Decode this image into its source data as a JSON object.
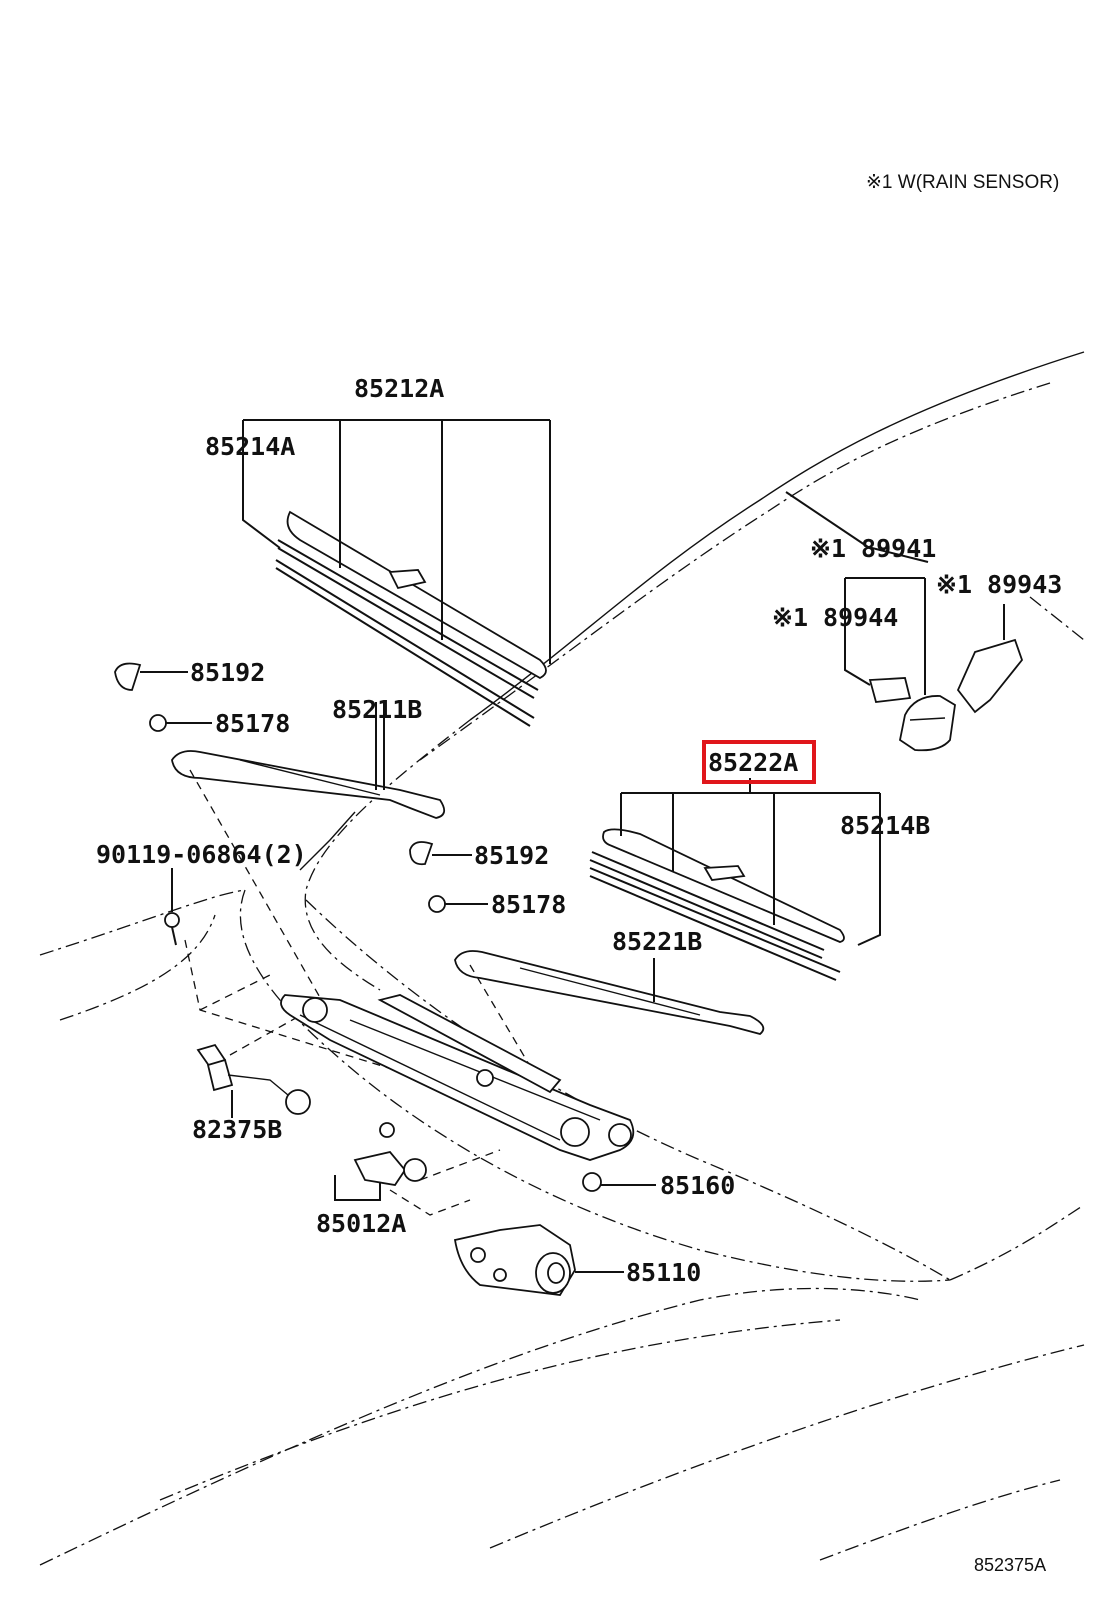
{
  "note_rain_sensor": "※1 W(RAIN SENSOR)",
  "figure_id": "852375A",
  "highlight_color": "#e0161b",
  "labels": {
    "p85212A": "85212A",
    "p85214A": "85214A",
    "p85192_left": "85192",
    "p85178_left": "85178",
    "p85211B": "85211B",
    "p90119": "90119-06864(2)",
    "p85192_mid": "85192",
    "p85178_mid": "85178",
    "p85222A": "85222A",
    "p85214B": "85214B",
    "p85221B": "85221B",
    "p82375B": "82375B",
    "p85012A": "85012A",
    "p85160": "85160",
    "p85110": "85110",
    "p89941": "※1 89941",
    "p89943": "※1 89943",
    "p89944": "※1 89944"
  }
}
